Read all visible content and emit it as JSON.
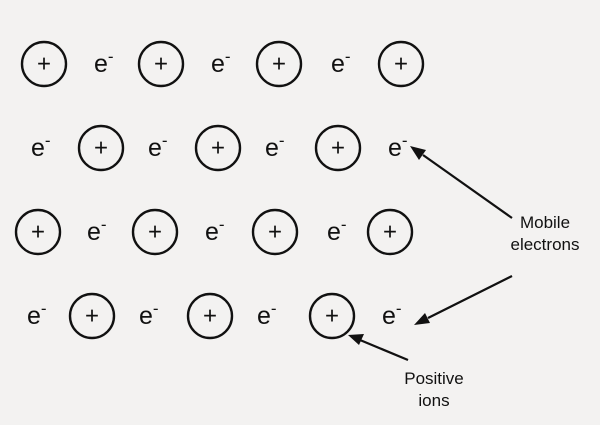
{
  "diagram": {
    "ion_symbol": "+",
    "electron_symbol": "e",
    "electron_charge": "-",
    "rows": [
      [
        "ion",
        "electron",
        "ion",
        "electron",
        "ion",
        "electron",
        "ion"
      ],
      [
        "electron",
        "ion",
        "electron",
        "ion",
        "electron",
        "ion",
        "electron"
      ],
      [
        "ion",
        "electron",
        "ion",
        "electron",
        "ion",
        "electron",
        "ion"
      ],
      [
        "electron",
        "ion",
        "electron",
        "ion",
        "electron",
        "ion",
        "electron"
      ]
    ],
    "labels": {
      "mobile_electrons": [
        "Mobile",
        "electrons"
      ],
      "positive_ions": [
        "Positive",
        "ions"
      ]
    }
  }
}
